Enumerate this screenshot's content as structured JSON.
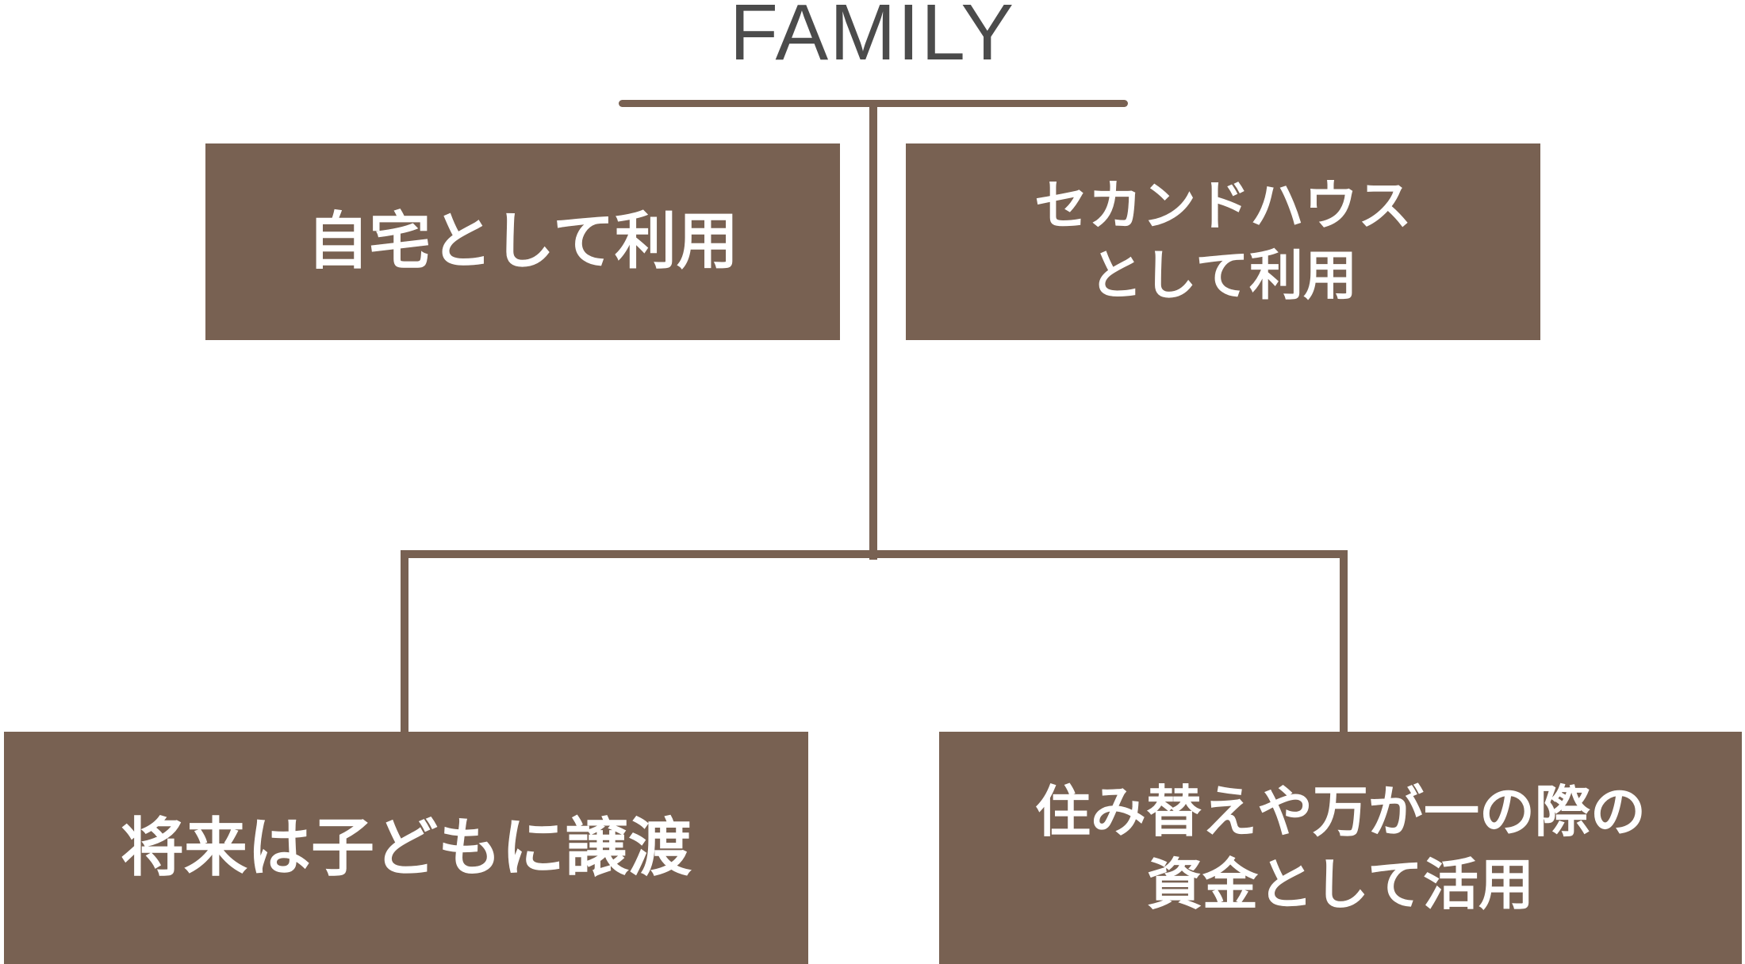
{
  "diagram": {
    "title": "FAMILY",
    "nodes": [
      {
        "id": "top-left",
        "label": "自宅として利用"
      },
      {
        "id": "top-right",
        "label": "セカンドハウス\nとして利用"
      },
      {
        "id": "bottom-left",
        "label": "将来は子どもに譲渡"
      },
      {
        "id": "bottom-right",
        "label": "住み替えや万が一の際の\n資金として活用"
      }
    ],
    "colors": {
      "box": "#786152",
      "line": "#786152",
      "box_text": "#ffffff",
      "title": "#4b4b4b",
      "background": "#ffffff"
    }
  }
}
